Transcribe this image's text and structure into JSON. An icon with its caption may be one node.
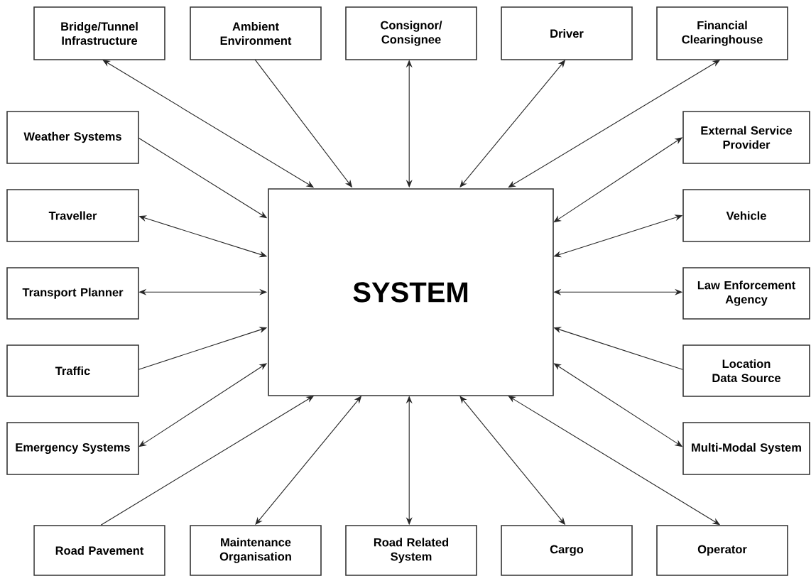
{
  "diagram": {
    "nodes": [
      {
        "text": [
          "Bridge/Tunnel Infrastructure"
        ]
      },
      {
        "text": [
          "Ambient Environment"
        ]
      },
      {
        "text": [
          "Consignor/ Consignee"
        ]
      },
      {
        "text": [
          "Driver"
        ]
      },
      {
        "text": [
          "Financial Clearinghouse"
        ]
      },
      {
        "text": [
          "Weather Systems"
        ]
      },
      {
        "text": [
          "External Service Provider"
        ]
      },
      {
        "text": [
          "Traveller"
        ]
      },
      {
        "text": [
          "Vehicle"
        ]
      },
      {
        "text": [
          "SYSTEM"
        ]
      },
      {
        "text": [
          "Transport Planner"
        ]
      },
      {
        "text": [
          "Law Enforcement Agency"
        ]
      },
      {
        "text": [
          "Traffic"
        ]
      },
      {
        "text": [
          "Location Data Source"
        ]
      },
      {
        "text": [
          "Emergency Systems"
        ]
      },
      {
        "text": [
          "Multi-Modal System"
        ]
      },
      {
        "text": [
          "Road Pavement"
        ]
      },
      {
        "text": [
          "Maintenance Organisation"
        ]
      },
      {
        "text": [
          "Road Related System"
        ]
      },
      {
        "text": [
          "Cargo"
        ]
      },
      {
        "text": [
          "Operator"
        ]
      }
    ],
    "edges": [
      {
        "from": 0,
        "to": 9,
        "arrow": "both"
      },
      {
        "from": 1,
        "to": 9,
        "arrow": "to"
      },
      {
        "from": 2,
        "to": 9,
        "arrow": "both"
      },
      {
        "from": 3,
        "to": 9,
        "arrow": "both"
      },
      {
        "from": 4,
        "to": 9,
        "arrow": "both"
      },
      {
        "from": 5,
        "to": 9,
        "arrow": "to"
      },
      {
        "from": 6,
        "to": 9,
        "arrow": "both"
      },
      {
        "from": 7,
        "to": 9,
        "arrow": "both"
      },
      {
        "from": 8,
        "to": 9,
        "arrow": "both"
      },
      {
        "from": 10,
        "to": 9,
        "arrow": "both"
      },
      {
        "from": 11,
        "to": 9,
        "arrow": "both"
      },
      {
        "from": 12,
        "to": 9,
        "arrow": "to"
      },
      {
        "from": 13,
        "to": 9,
        "arrow": "to"
      },
      {
        "from": 14,
        "to": 9,
        "arrow": "both"
      },
      {
        "from": 15,
        "to": 9,
        "arrow": "both"
      },
      {
        "from": 16,
        "to": 9,
        "arrow": "to"
      },
      {
        "from": 17,
        "to": 9,
        "arrow": "both"
      },
      {
        "from": 18,
        "to": 9,
        "arrow": "both"
      },
      {
        "from": 19,
        "to": 9,
        "arrow": "both"
      },
      {
        "from": 20,
        "to": 9,
        "arrow": "both"
      }
    ]
  }
}
